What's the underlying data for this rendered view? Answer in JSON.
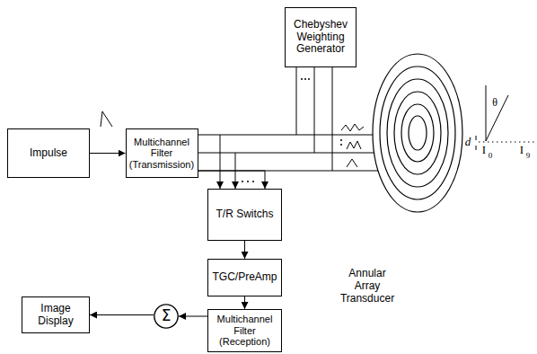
{
  "diagram": {
    "nodes": [
      {
        "text": [
          "Impulse"
        ]
      },
      {
        "text": [
          "Multichannel Filter (Transmission)"
        ]
      },
      {
        "text": [
          "Chebyshev Weighting Generator"
        ]
      },
      {
        "text": [
          "T/R Switchs"
        ]
      },
      {
        "text": [
          "TGC/PreAmp"
        ]
      },
      {
        "text": [
          "Multichannel Filter (Reception)"
        ]
      },
      {
        "text": [
          "Σ"
        ]
      },
      {
        "text": [
          "Image Display"
        ]
      }
    ],
    "edges": [
      {
        "from": 0,
        "to": 1,
        "arrow": "to"
      },
      {
        "from": 1,
        "to": 3,
        "arrow": "to"
      },
      {
        "from": 3,
        "to": 4,
        "arrow": "to"
      },
      {
        "from": 4,
        "to": 5,
        "arrow": "to"
      },
      {
        "from": 5,
        "to": 6,
        "arrow": "to"
      },
      {
        "from": 6,
        "to": 7,
        "arrow": "to"
      }
    ],
    "labels": [
      "Annular Array Transducer",
      "θ",
      "d",
      "I",
      "0",
      "I",
      "9"
    ]
  }
}
